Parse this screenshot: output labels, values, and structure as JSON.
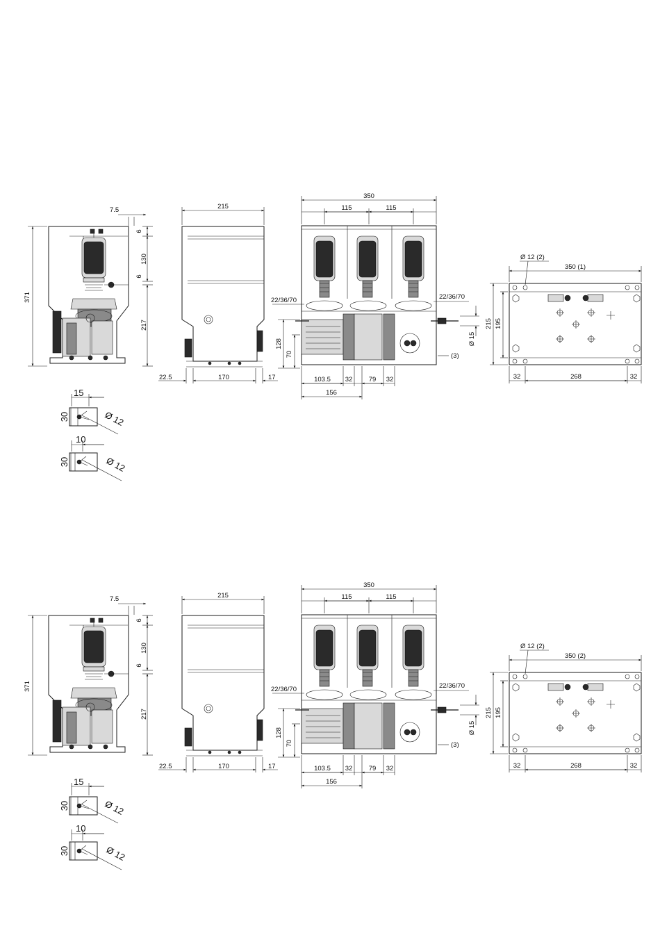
{
  "sheets": [
    {
      "side": {
        "w_top": "7.5",
        "gap1": "6",
        "gap2": "6",
        "h_bottle": "130",
        "h_lower": "217",
        "h_total": "371"
      },
      "back": {
        "width": "215",
        "left": "22.5",
        "span": "170",
        "right": "17"
      },
      "front": {
        "width": "350",
        "pitch1": "115",
        "pitch2": "115",
        "term_left": "22/36/70",
        "term_right": "22/36/70",
        "h128": "128",
        "h70": "70",
        "dia15": "Ø 15",
        "note3": "(3)",
        "b1": "103.5",
        "b2": "32",
        "b3": "79",
        "b4": "32",
        "b5": "156"
      },
      "plan": {
        "hole": "Ø 12 (2)",
        "span": "350 (1)",
        "h215": "215",
        "h195": "195",
        "l": "32",
        "mid": "268",
        "r": "32"
      },
      "detail1": {
        "d": "15",
        "h": "30",
        "dia": "Ø 12"
      },
      "detail2": {
        "d": "10",
        "h": "30",
        "dia": "Ø 12"
      }
    },
    {
      "side": {
        "w_top": "7.5",
        "gap1": "6",
        "gap2": "6",
        "h_bottle": "130",
        "h_lower": "217",
        "h_total": "371"
      },
      "back": {
        "width": "215",
        "left": "22.5",
        "span": "170",
        "right": "17"
      },
      "front": {
        "width": "350",
        "pitch1": "115",
        "pitch2": "115",
        "term_left": "22/36/70",
        "term_right": "22/36/70",
        "h128": "128",
        "h70": "70",
        "dia15": "Ø 15",
        "note3": "(3)",
        "b1": "103.5",
        "b2": "32",
        "b3": "79",
        "b4": "32",
        "b5": "156"
      },
      "plan": {
        "hole": "Ø 12 (2)",
        "span": "350 (2)",
        "h215": "215",
        "h195": "195",
        "l": "32",
        "mid": "268",
        "r": "32"
      },
      "detail1": {
        "d": "15",
        "h": "30",
        "dia": "Ø 12"
      },
      "detail2": {
        "d": "10",
        "h": "30",
        "dia": "Ø 12"
      }
    }
  ]
}
